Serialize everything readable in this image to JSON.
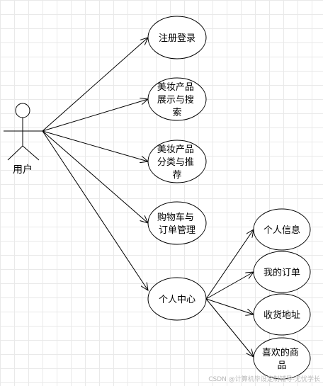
{
  "actor": {
    "label": "用户"
  },
  "use_cases": [
    {
      "id": "uc1",
      "lines": [
        "注册登录"
      ]
    },
    {
      "id": "uc2",
      "lines": [
        "美妆产品",
        "展示与搜",
        "索"
      ]
    },
    {
      "id": "uc3",
      "lines": [
        "美妆产品",
        "分类与推",
        "荐"
      ]
    },
    {
      "id": "uc4",
      "lines": [
        "购物车与",
        "订单管理"
      ]
    },
    {
      "id": "uc5",
      "lines": [
        "个人中心"
      ]
    },
    {
      "id": "uc6",
      "lines": [
        "个人信息"
      ]
    },
    {
      "id": "uc7",
      "lines": [
        "我的订单"
      ]
    },
    {
      "id": "uc8",
      "lines": [
        "收货地址"
      ]
    },
    {
      "id": "uc9",
      "lines": [
        "喜欢的商",
        "品"
      ]
    }
  ],
  "watermark": "CSDN @计算机毕设定制辅导-无忧学长"
}
